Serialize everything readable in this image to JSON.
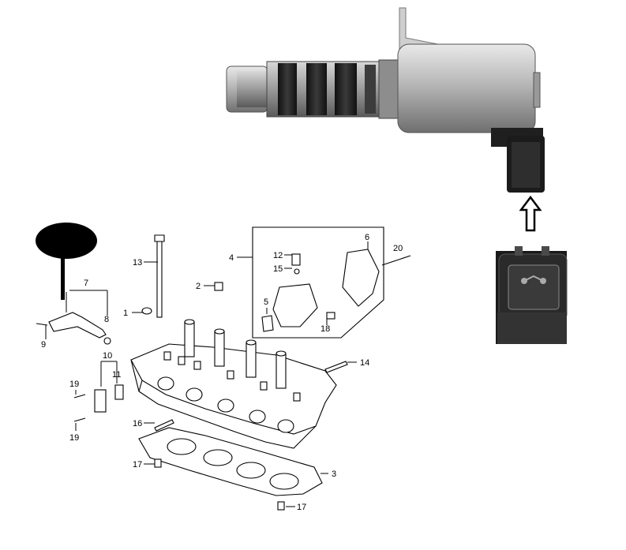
{
  "diagram": {
    "callouts": [
      {
        "label": "1"
      },
      {
        "label": "2"
      },
      {
        "label": "3"
      },
      {
        "label": "4"
      },
      {
        "label": "5"
      },
      {
        "label": "6"
      },
      {
        "label": "7"
      },
      {
        "label": "8"
      },
      {
        "label": "9"
      },
      {
        "label": "10"
      },
      {
        "label": "11"
      },
      {
        "label": "12"
      },
      {
        "label": "13"
      },
      {
        "label": "14"
      },
      {
        "label": "15"
      },
      {
        "label": "16"
      },
      {
        "label": "17"
      },
      {
        "label": "17"
      },
      {
        "label": "18"
      },
      {
        "label": "19"
      },
      {
        "label": "19"
      },
      {
        "label": "20"
      }
    ],
    "colors": {
      "solenoid_body": "#b9b9b9",
      "solenoid_dark": "#2b2b2b",
      "connector": "#222222",
      "redaction": "#000000",
      "line_art": "#000000",
      "background": "#ffffff"
    },
    "icons": [
      "up-arrow-icon"
    ]
  }
}
